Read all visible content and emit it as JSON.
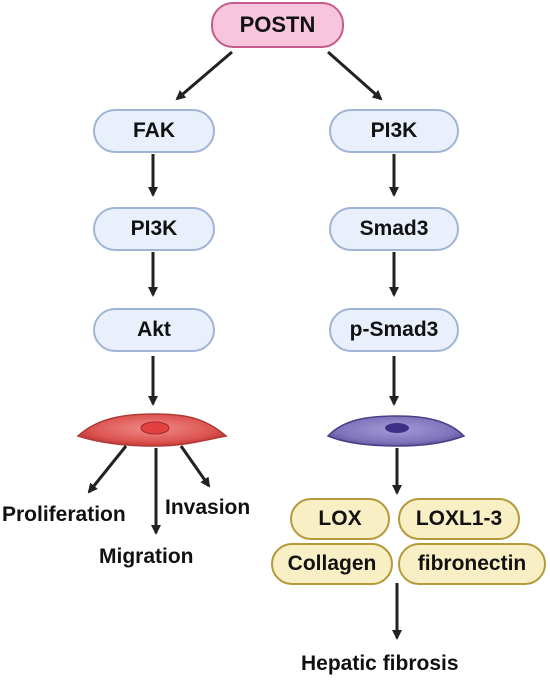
{
  "nodes": {
    "postn": "POSTN",
    "left": {
      "fak": "FAK",
      "pi3k": "PI3K",
      "akt": "Akt"
    },
    "right": {
      "pi3k": "PI3K",
      "smad3": "Smad3",
      "psmad3": "p-Smad3"
    },
    "ecm": {
      "lox": "LOX",
      "loxl": "LOXL1-3",
      "collagen": "Collagen",
      "fibronectin": "fibronectin"
    }
  },
  "outcomes": {
    "proliferation": "Proliferation",
    "migration": "Migration",
    "invasion": "Invasion",
    "fibrosis": "Hepatic fibrosis"
  },
  "cells": {
    "left": {
      "icon": "red-spindle-cell-icon",
      "color": "#d9534f"
    },
    "right": {
      "icon": "purple-stellate-cell-icon",
      "color": "#7b6db3"
    }
  }
}
